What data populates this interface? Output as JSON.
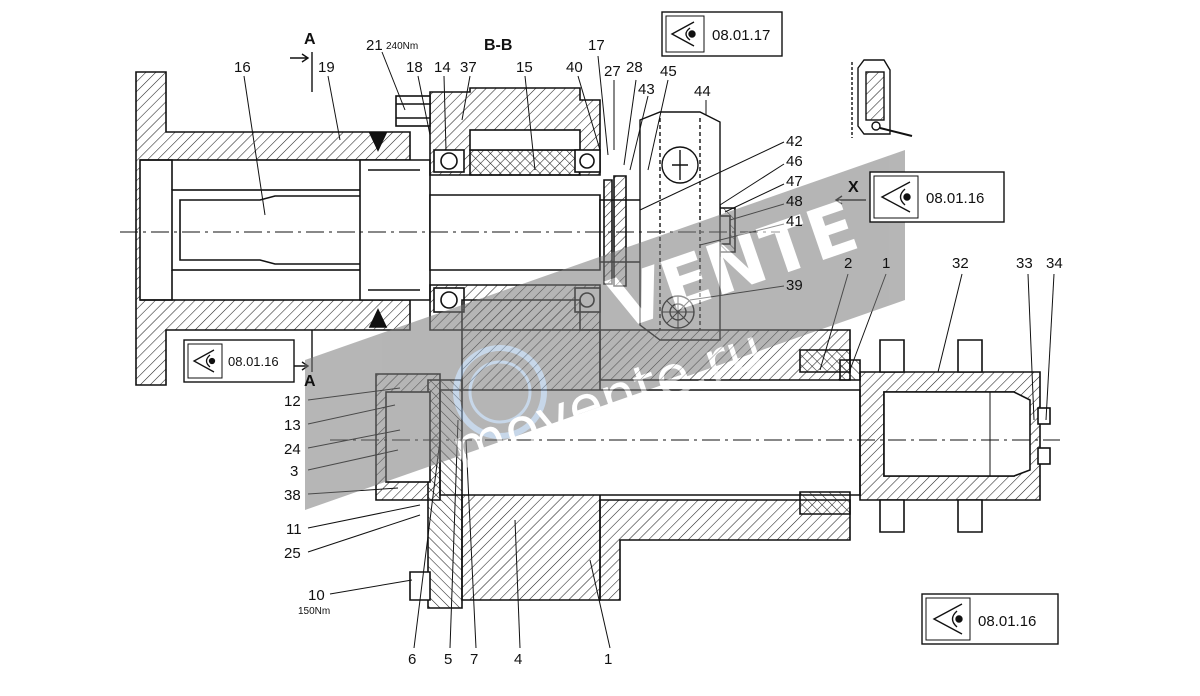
{
  "section_title": "B-B",
  "section_markers": {
    "top": "A",
    "bottom": "A",
    "view_x": "X"
  },
  "torque_notes": {
    "item21": "240Nm",
    "item10": "150Nm"
  },
  "reference_boxes": {
    "top_center": "08.01.17",
    "right_middle": "08.01.16",
    "left_lower": "08.01.16",
    "bottom_right": "08.01.16"
  },
  "watermark": {
    "brand": "VENTE",
    "site": "movente.ru"
  },
  "callouts": {
    "top_row": [
      "21",
      "18",
      "14",
      "37",
      "15",
      "40",
      "17",
      "27",
      "28",
      "43",
      "45",
      "44",
      "16",
      "19"
    ],
    "right_col": [
      "42",
      "46",
      "47",
      "48",
      "41",
      "39"
    ],
    "right_row": [
      "2",
      "1",
      "32",
      "33",
      "34"
    ],
    "left_col": [
      "12",
      "13",
      "24",
      "3",
      "38",
      "11",
      "25",
      "10"
    ],
    "bottom_row": [
      "6",
      "5",
      "7",
      "4",
      "1"
    ]
  },
  "colors": {
    "ink": "#111111",
    "hatch": "#222222",
    "watermark": "#7a7a7a"
  }
}
